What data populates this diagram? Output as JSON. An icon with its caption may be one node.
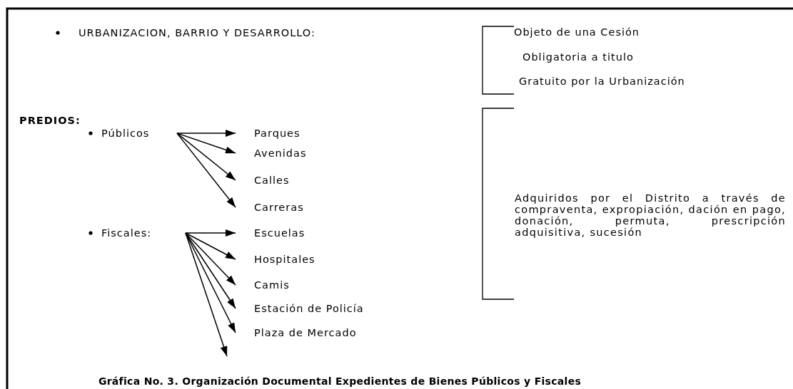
{
  "diagram": {
    "caption": "Gráfica No. 3. Organización Documental Expedientes de Bienes  Públicos y Fiscales",
    "nodes": [
      {
        "text": [
          "Públicos"
        ]
      },
      {
        "text": [
          "Parques"
        ]
      },
      {
        "text": [
          "Avenidas"
        ]
      },
      {
        "text": [
          "Calles"
        ]
      },
      {
        "text": [
          "Carreras"
        ]
      },
      {
        "text": [
          "Fiscales:"
        ]
      },
      {
        "text": [
          "Escuelas"
        ]
      },
      {
        "text": [
          "Hospitales"
        ]
      },
      {
        "text": [
          "Camis"
        ]
      },
      {
        "text": [
          "Estación de Policía"
        ]
      },
      {
        "text": [
          "Plaza de Mercado"
        ]
      }
    ],
    "edges": [
      {
        "from": 0,
        "to": 1,
        "arrow": "to"
      },
      {
        "from": 0,
        "to": 2,
        "arrow": "to"
      },
      {
        "from": 0,
        "to": 3,
        "arrow": "to"
      },
      {
        "from": 0,
        "to": 4,
        "arrow": "to"
      },
      {
        "from": 5,
        "to": 6,
        "arrow": "to"
      },
      {
        "from": 5,
        "to": 7,
        "arrow": "to"
      },
      {
        "from": 5,
        "to": 8,
        "arrow": "to"
      },
      {
        "from": 5,
        "to": 9,
        "arrow": "to"
      },
      {
        "from": 5,
        "to": 10,
        "arrow": "to"
      },
      {
        "from": 5,
        "to": null,
        "arrow": "to"
      }
    ],
    "labels": [
      "URBANIZACION, BARRIO Y DESARROLLO:",
      "Objeto de una Cesión",
      "Obligatoria a titulo",
      "Gratuito por la Urbanización",
      "PREDIOS:",
      "Adquiridos por el Distrito a través de compraventa, expropiación, dación en pago, donación, permuta, prescripción adquisitiva, sucesión"
    ]
  }
}
